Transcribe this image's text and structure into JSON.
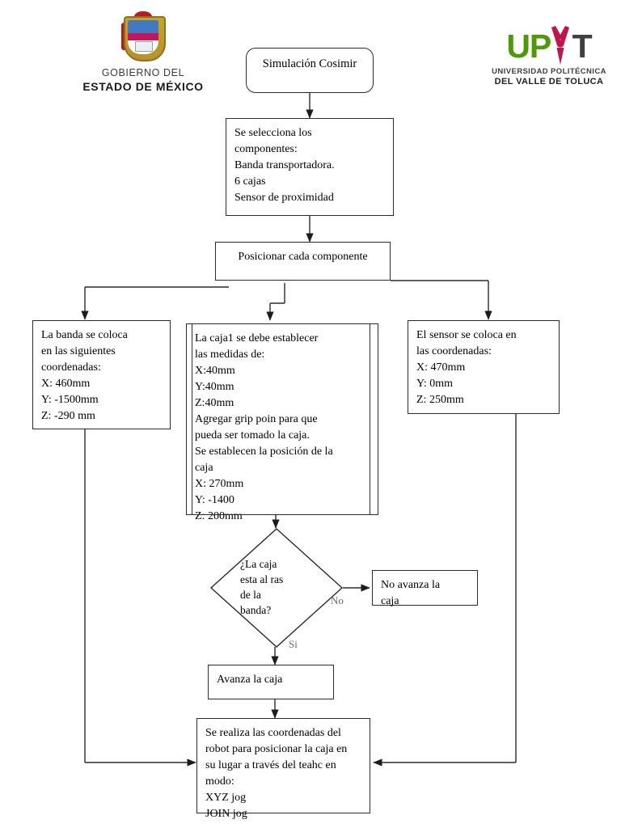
{
  "page": {
    "title": "Diagrama de flujo - Simulación Cosimir",
    "background": "#ffffff",
    "line_color": "#2b2b2b",
    "label_color": "#6b6b6b"
  },
  "logos": {
    "left": {
      "name": "gobierno-estado-de-mexico-logo",
      "line1": "GOBIERNO DEL",
      "line2": "ESTADO DE MÉXICO",
      "crest_colors": {
        "gold": "#c9a227",
        "red": "#b71c1c",
        "blue": "#3f7ac2",
        "magenta": "#c2185b"
      }
    },
    "right": {
      "name": "upvt-logo",
      "mark_u": "U",
      "mark_p": "P",
      "mark_v": "V",
      "mark_t": "T",
      "line1": "UNIVERSIDAD POLITÉCNICA",
      "line2": "DEL VALLE DE TOLUCA",
      "colors": {
        "green": "#4e9a06",
        "red": "#c0144a",
        "gray": "#3f3f3f"
      }
    }
  },
  "flowchart": {
    "nodes": {
      "start": {
        "label": "Simulación Cosimir",
        "shape": "rounded-rectangle"
      },
      "componentes": {
        "label": "Se selecciona los\ncomponentes:\nBanda transportadora.\n6 cajas\nSensor de proximidad",
        "shape": "rectangle"
      },
      "posicionar": {
        "label": "Posicionar cada componente",
        "shape": "rectangle"
      },
      "banda": {
        "label": "  La banda se coloca\nen las siguientes\ncoordenadas:\n   X: 460mm\n  Y: -1500mm\n  Z: -290 mm",
        "shape": "rectangle"
      },
      "caja1": {
        "label": "  La caja1 se debe    establecer\nlas medidas de:\n   X:40mm\n   Y:40mm\n   Z:40mm\n Agregar grip poin para que\npueda ser tomado la caja.\nSe establecen la posición de la\ncaja\n    X: 270mm\n   Y: -1400\n   Z: 200mm",
        "shape": "rectangle"
      },
      "sensor": {
        "label": "  El sensor se coloca en\nlas coordenadas:\n   X: 470mm\n   Y: 0mm\n   Z: 250mm",
        "shape": "rectangle"
      },
      "decision": {
        "label": "¿La caja\nesta al ras\nde la\nbanda?",
        "shape": "diamond"
      },
      "no_avanza": {
        "label": "No avanza la\ncaja",
        "shape": "rectangle"
      },
      "avanza": {
        "label": "Avanza la caja",
        "shape": "rectangle"
      },
      "robot": {
        "label": "Se realiza las coordenadas del\nrobot para posicionar la caja en\nsu lugar a través del teahc en\nmodo:\n     XYZ jog\n     JOIN jog",
        "shape": "rectangle"
      }
    },
    "edge_labels": {
      "no": "No",
      "si": "Si"
    }
  }
}
